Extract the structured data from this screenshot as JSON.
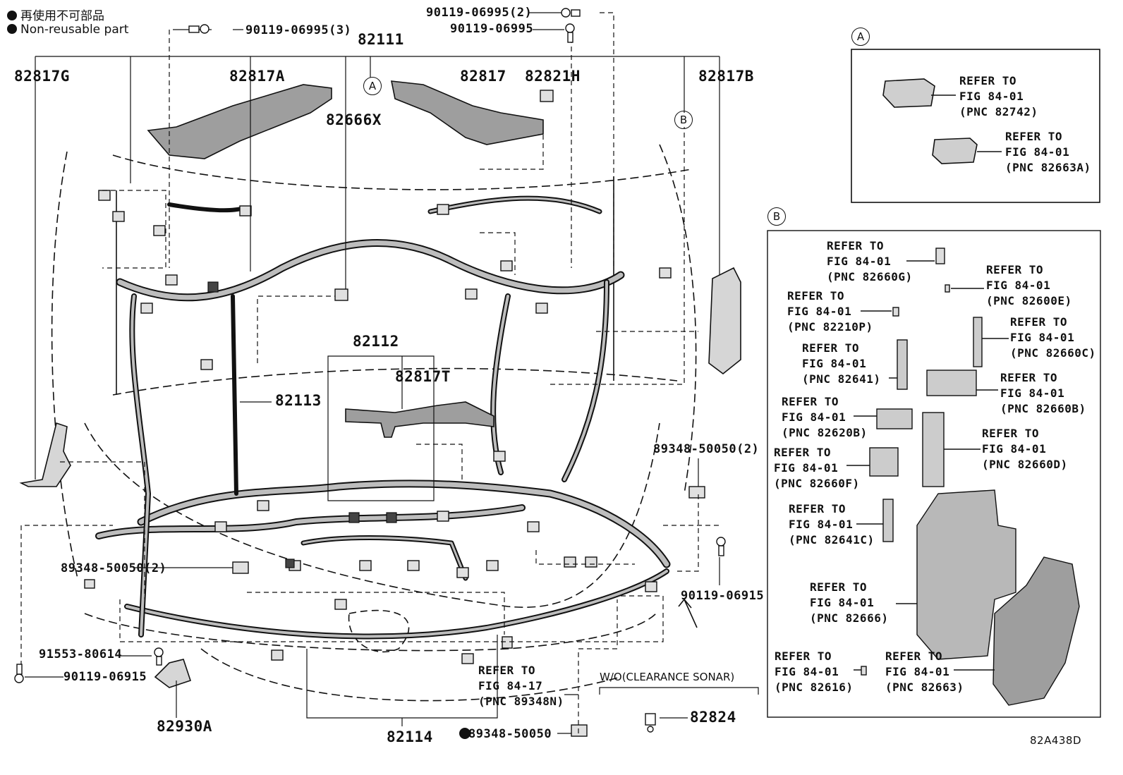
{
  "legend": {
    "reuse_jp": "再使用不可部品",
    "reuse_en": "Non-reusable part"
  },
  "main": {
    "parts": {
      "p82111": "82111",
      "p82817G": "82817G",
      "p82817A": "82817A",
      "p82817": "82817",
      "p82821H": "82821H",
      "p82817B": "82817B",
      "p82666X": "82666X",
      "p82112": "82112",
      "p82817T": "82817T",
      "p82113": "82113",
      "p82114": "82114",
      "p82930A": "82930A",
      "p82824": "82824"
    },
    "fasteners": {
      "f90119_3": "90119-06995(3)",
      "f90119_2": "90119-06995(2)",
      "f90119": "90119-06995",
      "f89348_2a": "89348-50050(2)",
      "f89348_2b": "89348-50050(2)",
      "f89348": "89348-50050",
      "f90119_915a": "90119-06915",
      "f90119_915b": "90119-06915",
      "f91553": "91553-80614"
    },
    "refer_89348N": "REFER TO\nFIG 84-17\n(PNC 89348N)",
    "note_wo": "W/O(CLEARANCE SONAR)",
    "circle_a": "A",
    "circle_b": "B",
    "figure_code": "82A438D"
  },
  "inset_a": {
    "label": "A",
    "refs": [
      "REFER TO\nFIG 84-01\n(PNC 82742)",
      "REFER TO\nFIG 84-01\n(PNC 82663A)"
    ]
  },
  "inset_b": {
    "label": "B",
    "refs": [
      "REFER TO\nFIG 84-01\n(PNC 82660G)",
      "REFER TO\nFIG 84-01\n(PNC 82600E)",
      "REFER TO\nFIG 84-01\n(PNC 82210P)",
      "REFER TO\nFIG 84-01\n(PNC 82660C)",
      "REFER TO\nFIG 84-01\n(PNC 82641)",
      "REFER TO\nFIG 84-01\n(PNC 82660B)",
      "REFER TO\nFIG 84-01\n(PNC 82620B)",
      "REFER TO\nFIG 84-01\n(PNC 82660D)",
      "REFER TO\nFIG 84-01\n(PNC 82660F)",
      "REFER TO\nFIG 84-01\n(PNC 82641C)",
      "REFER TO\nFIG 84-01\n(PNC 82666)",
      "REFER TO\nFIG 84-01\n(PNC 82616)",
      "REFER TO\nFIG 84-01\n(PNC 82663)"
    ]
  }
}
